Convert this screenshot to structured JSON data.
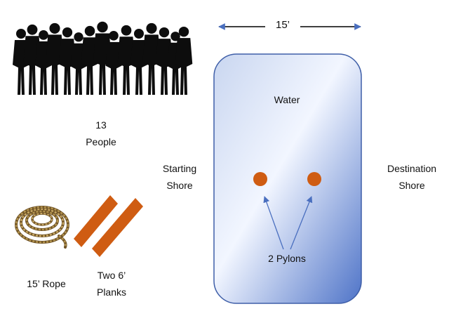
{
  "dimension": {
    "text": "15’"
  },
  "people": {
    "count_line": "13",
    "word_line": "People"
  },
  "starting_shore": {
    "line1": "Starting",
    "line2": "Shore"
  },
  "destination_shore": {
    "line1": "Destination",
    "line2": "Shore"
  },
  "water": {
    "label": "Water"
  },
  "pylons": {
    "label": "2 Pylons"
  },
  "rope": {
    "label": "15’ Rope"
  },
  "planks": {
    "line1": "Two 6’",
    "line2": "Planks"
  },
  "colors": {
    "water_fill_light": "#ffffff",
    "water_fill_dark": "#4f74c8",
    "water_border": "#3f5fa8",
    "pylon": "#cf5c12",
    "plank": "#cf5c12",
    "rope": "#b4944e",
    "rope_dark": "#6f5326",
    "arrow": "#4a6fbf",
    "silhouette": "#0d0d0d"
  }
}
